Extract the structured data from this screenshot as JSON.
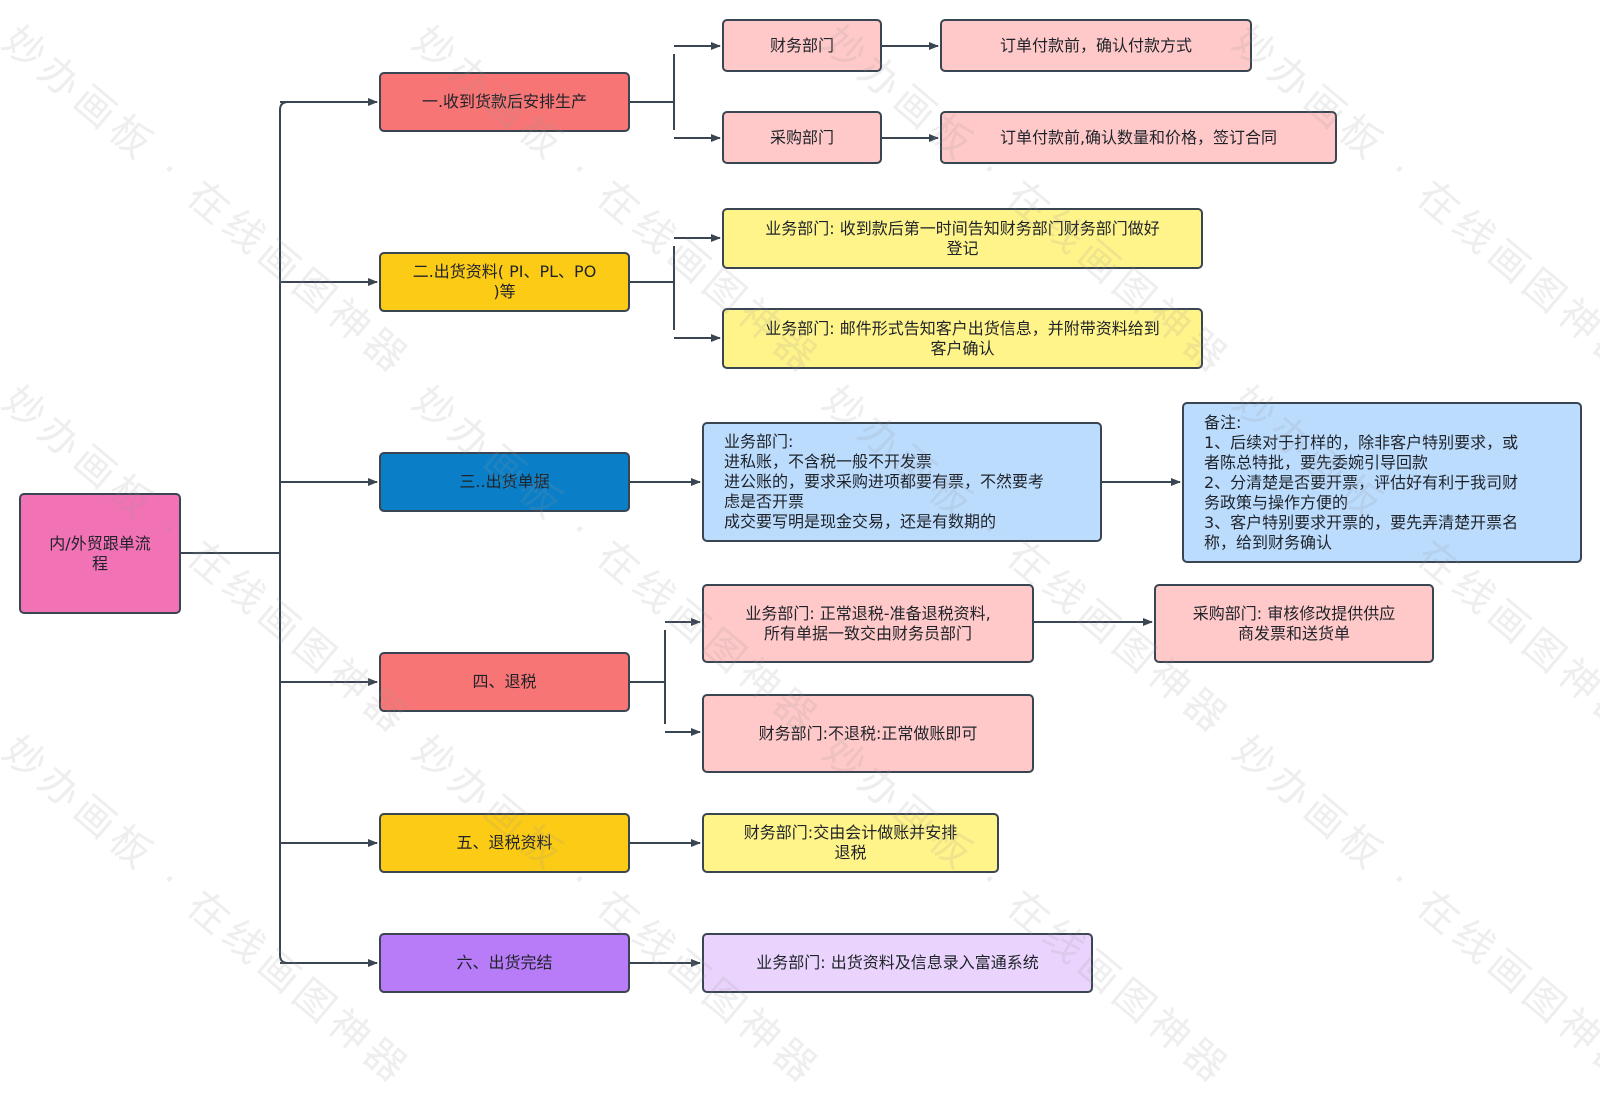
{
  "colors": {
    "root": "#f272b6",
    "red": "#f87575",
    "pink": "#ffc9c9",
    "yellow": "#fccb16",
    "light_yellow": "#fff48a",
    "blue": "#0a7fc8",
    "light_blue": "#bcdcfe",
    "purple": "#b97cf9",
    "light_purple": "#ead4fd",
    "line": "#3a4552"
  },
  "root": {
    "text": "内/外贸跟单流\n程"
  },
  "steps": [
    {
      "text": "一.收到货款后安排生产"
    },
    {
      "text": "二.出货资料( PI、PL、PO\n)等"
    },
    {
      "text": "三..出货单据"
    },
    {
      "text": "四、退税"
    },
    {
      "text": "五、退税资料"
    },
    {
      "text": "六、出货完结"
    }
  ],
  "details": {
    "finance_dept": "财务部门",
    "purchase_dept": "采购部门",
    "confirm_payment": "订单付款前，确认付款方式",
    "confirm_qty_price": "订单付款前,确认数量和价格，签订合同",
    "sales_notify_finance": "业务部门: 收到款后第一时间告知财务部门财务部门做好\n登记",
    "sales_email_customer": "业务部门: 邮件形式告知客户出货信息，并附带资料给到\n客户确认",
    "sales_invoice": "业务部门:\n进私账，不含税一般不开发票\n进公账的，要求采购进项都要有票，不然要考\n虑是否开票\n成交要写明是现金交易，还是有数期的",
    "remarks": "备注:\n1、后续对于打样的，除非客户特别要求，或\n者陈总特批，要先委婉引导回款\n2、分清楚是否要开票，评估好有利于我司财\n务政策与操作方便的\n3、客户特别要求开票的，要先弄清楚开票名\n称，给到财务确认",
    "sales_tax_refund": "业务部门: 正常退税-准备退税资料,\n所有单据一致交由财务员部门",
    "purchase_audit": "采购部门: 审核修改提供供应\n商发票和送货单",
    "finance_no_refund": "财务部门:不退税:正常做账即可",
    "finance_accounting": "财务部门:交由会计做账并安排\n退税",
    "sales_entry": "业务部门: 出货资料及信息录入富通系统"
  },
  "watermark": "妙办画板 · 在线画图神器"
}
